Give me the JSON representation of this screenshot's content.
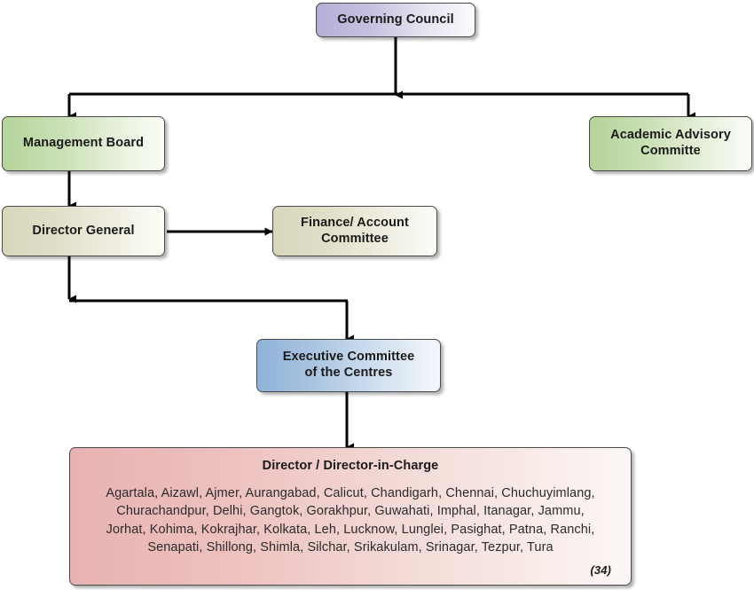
{
  "diagram": {
    "title": "Organisational structure chart",
    "type": "organization-chart",
    "background_color": "#ffffff",
    "connector_color": "#000000"
  },
  "nodes": {
    "governing_council": {
      "label": "Governing Council",
      "fill_start": "#b6aed6",
      "fill_end": "#fbfafd"
    },
    "management_board": {
      "label": "Management Board",
      "fill_start": "#b6d49a",
      "fill_end": "#fbfdf8"
    },
    "academic_advisory": {
      "label": "Academic Advisory\nCommitte",
      "fill_start": "#b6d49a",
      "fill_end": "#fbfdf8"
    },
    "director_general": {
      "label": "Director General",
      "fill_start": "#d9d6bd",
      "fill_end": "#fdfdf9"
    },
    "finance_committee": {
      "label": "Finance/ Account\nCommittee",
      "fill_start": "#d9d6bd",
      "fill_end": "#fdfdf9"
    },
    "executive_committee": {
      "label": "Executive Committee\nof the Centres",
      "fill_start": "#8fb3d9",
      "fill_end": "#f4f8fc"
    },
    "directors": {
      "title": "Director / Director-in-Charge",
      "centres": "Agartala, Aizawl, Ajmer, Aurangabad, Calicut, Chandigarh, Chennai, Chuchuyimlang, Churachandpur, Delhi, Gangtok, Gorakhpur, Guwahati, Imphal, Itanagar, Jammu, Jorhat, Kohima, Kokrajhar, Kolkata, Leh, Lucknow, Lunglei, Pasighat, Patna, Ranchi, Senapati, Shillong, Shimla, Silchar, Srikakulam, Srinagar, Tezpur, Tura",
      "count_label": "(34)",
      "fill_start": "#e7b2b2",
      "fill_end": "#fcf7f5"
    }
  }
}
